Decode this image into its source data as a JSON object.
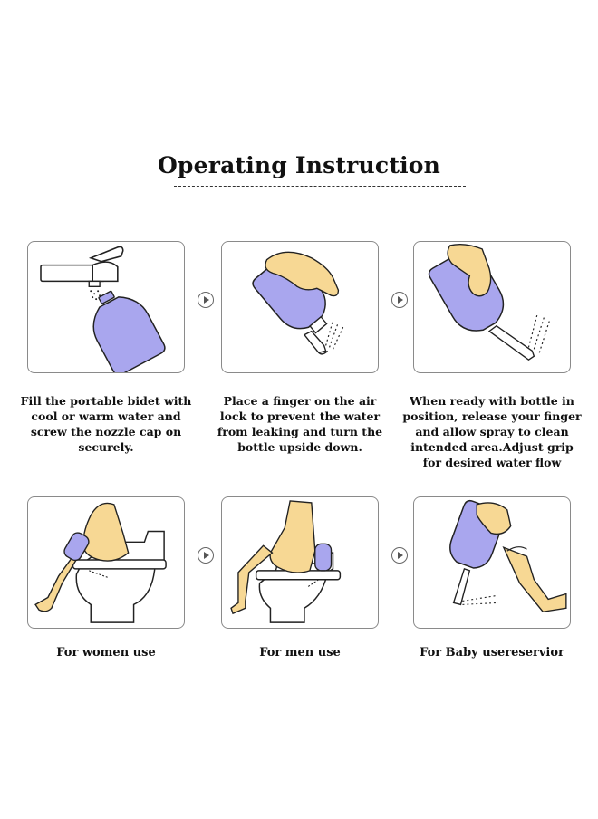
{
  "title": "Operating Instruction",
  "steps": [
    {
      "caption": "Fill the portable bidet with cool or warm water and screw the nozzle cap on securely."
    },
    {
      "caption": "Place a finger on the air lock to prevent the water from leaking and turn the bottle upside down."
    },
    {
      "caption": "When ready with bottle in position, release your finger and allow spray to clean intended area.Adjust grip for desired water flow"
    }
  ],
  "uses": [
    {
      "label": "For women use"
    },
    {
      "label": "For men use"
    },
    {
      "label": "For Baby usereservior"
    }
  ],
  "colors": {
    "bottle": "#a9a6ee",
    "skin": "#f7d894",
    "line": "#222222"
  },
  "icons": [
    "next-arrow-icon"
  ]
}
